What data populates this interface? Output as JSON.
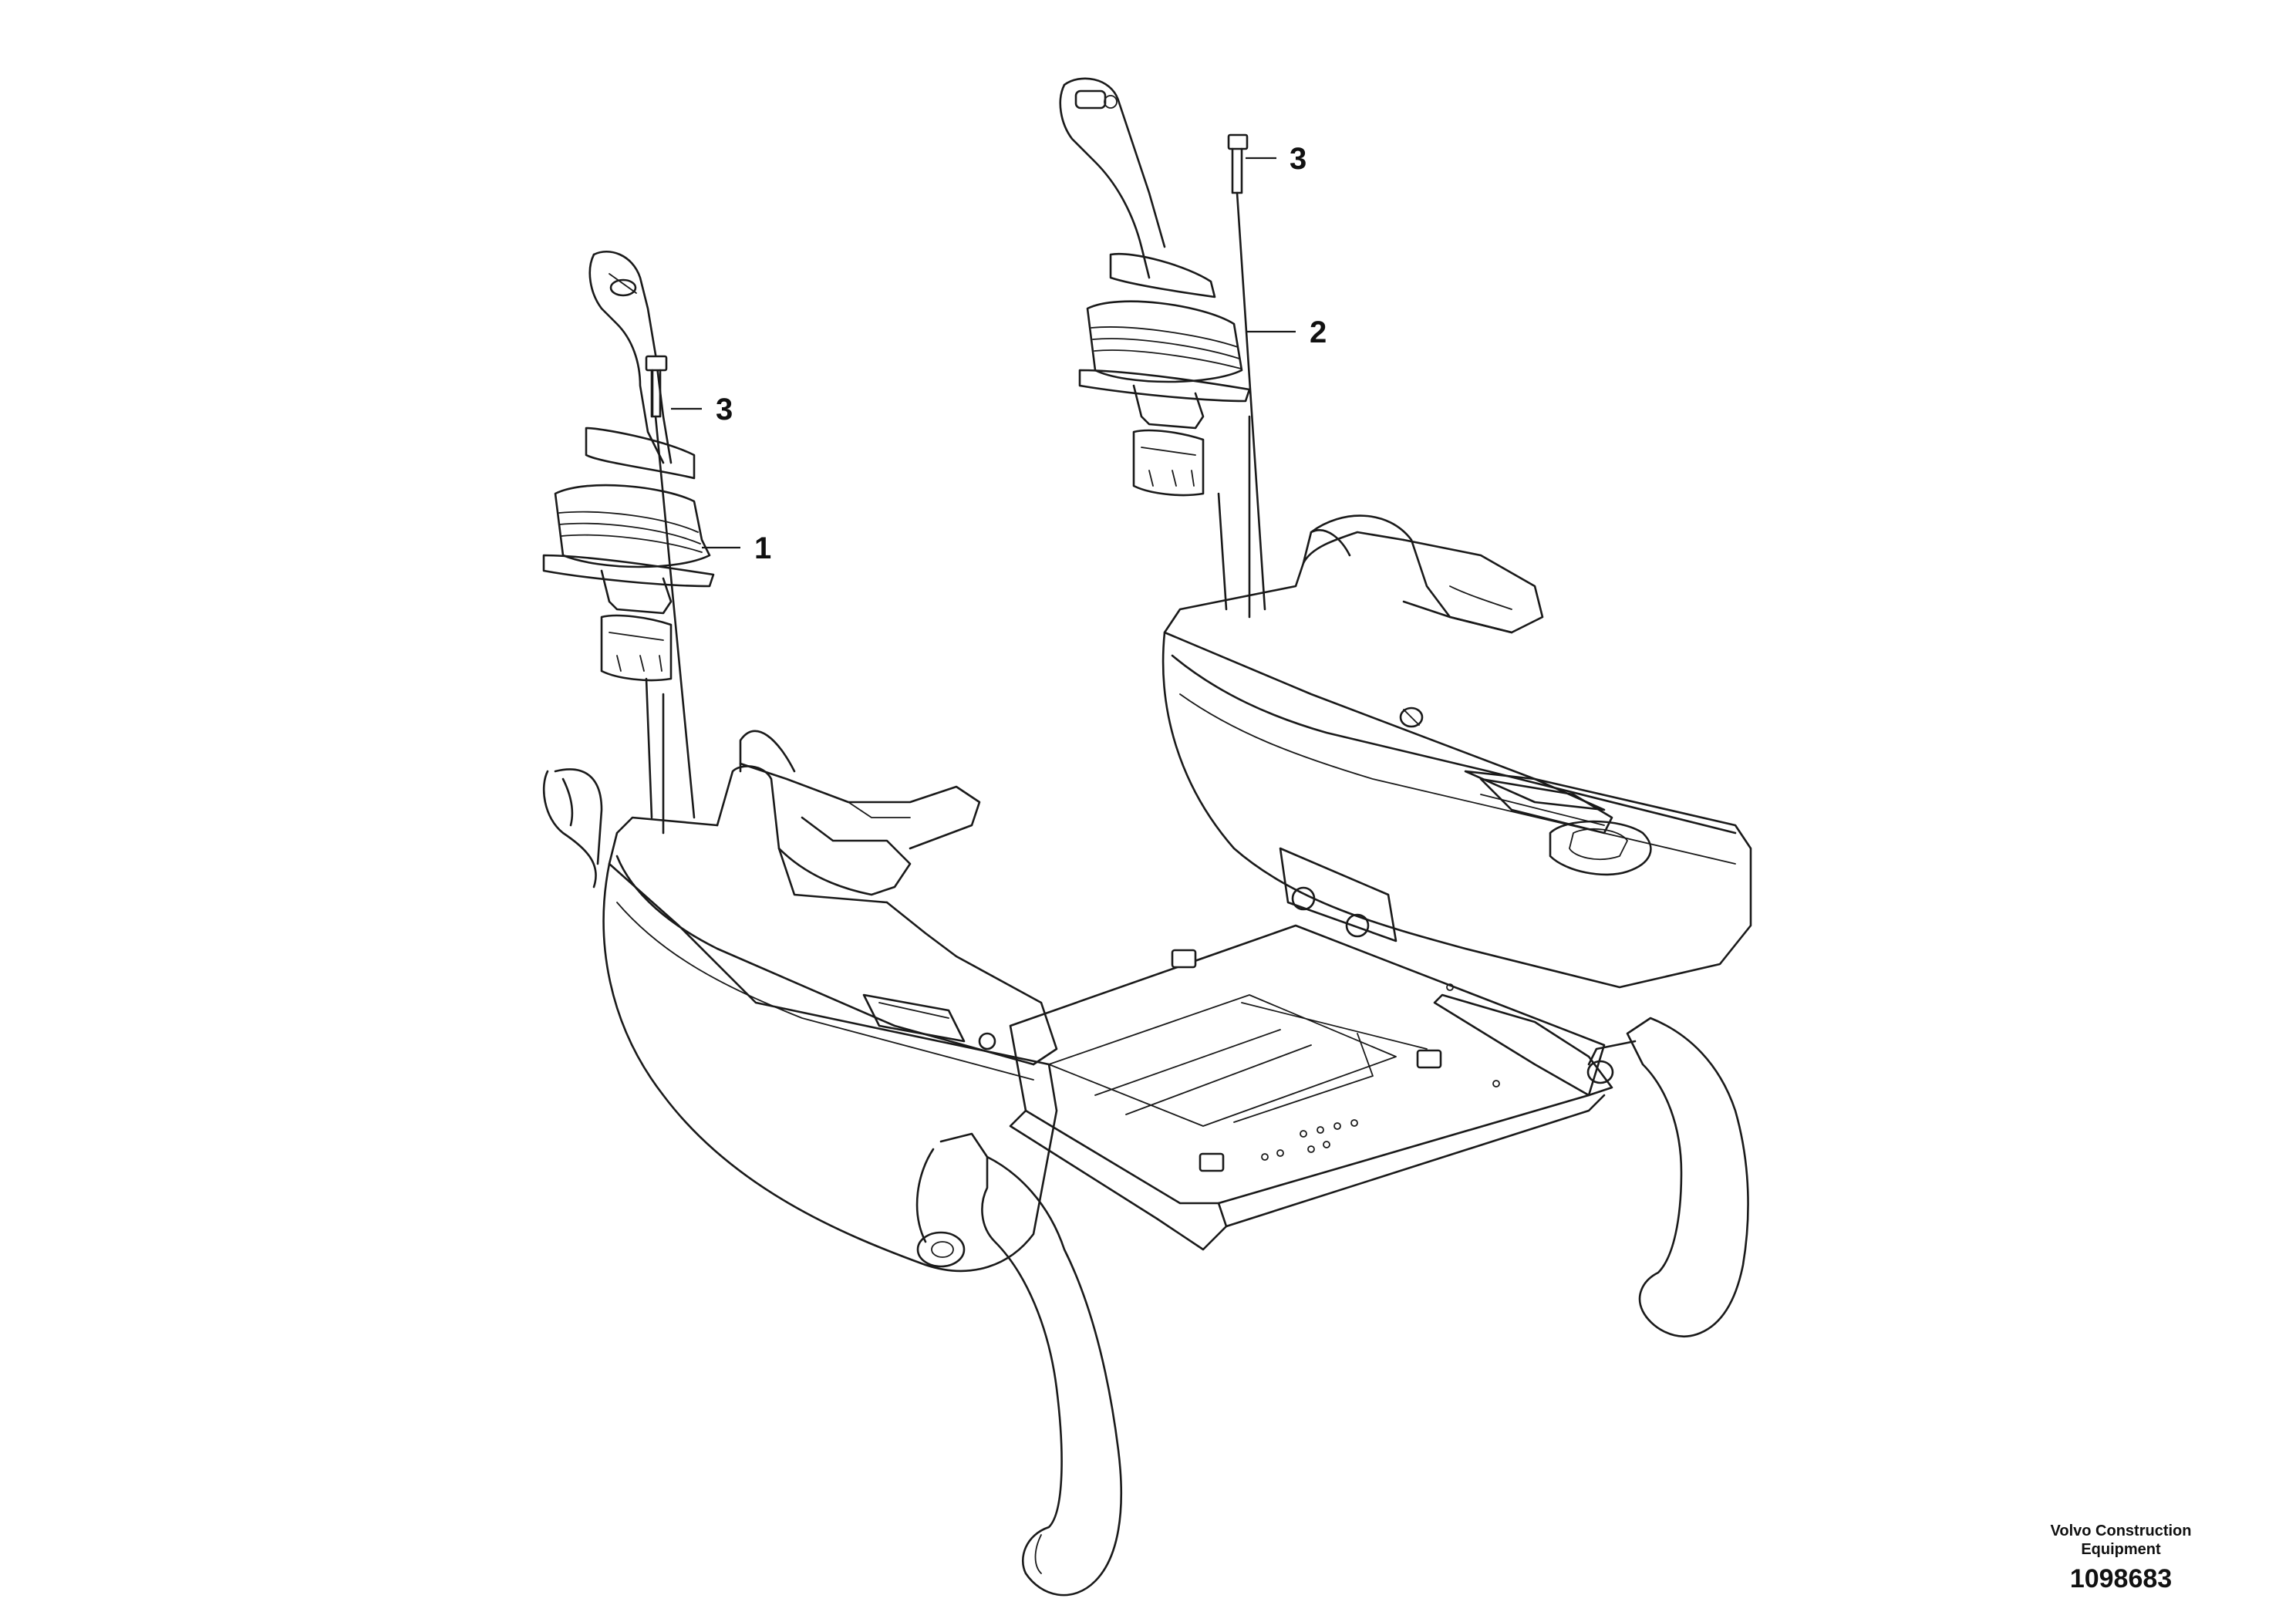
{
  "callouts": [
    {
      "id": "1",
      "label": "1"
    },
    {
      "id": "2",
      "label": "2"
    },
    {
      "id": "3-left",
      "label": "3"
    },
    {
      "id": "3-right",
      "label": "3"
    }
  ],
  "title_block": {
    "company_line_1": "Volvo Construction",
    "company_line_2": "Equipment",
    "drawing_number": "1098683"
  }
}
